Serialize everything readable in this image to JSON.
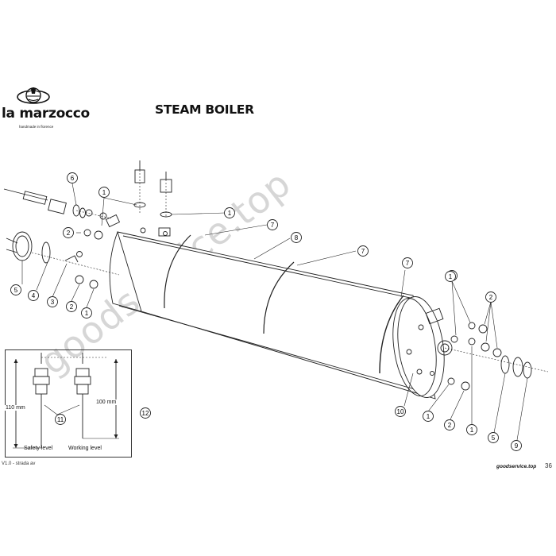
{
  "brand": {
    "name": "la marzocco",
    "tagline": "handmade in florence"
  },
  "title": "STEAM BOILER",
  "version": "V1.0 - strada av",
  "website": "goodservice.top",
  "watermark": "goodservice.top",
  "page_number_fragment": "36",
  "part_callouts": [
    "1",
    "1",
    "1",
    "1",
    "1",
    "1",
    "1",
    "1",
    "2",
    "2",
    "2",
    "2",
    "3",
    "4",
    "5",
    "5",
    "6",
    "7",
    "7",
    "7",
    "8",
    "9",
    "10",
    "11",
    "12"
  ],
  "inset": {
    "height_110_label": "110 mm",
    "height_100_label": "100 mm",
    "safety_label": "Safety level",
    "working_label": "Working level"
  }
}
